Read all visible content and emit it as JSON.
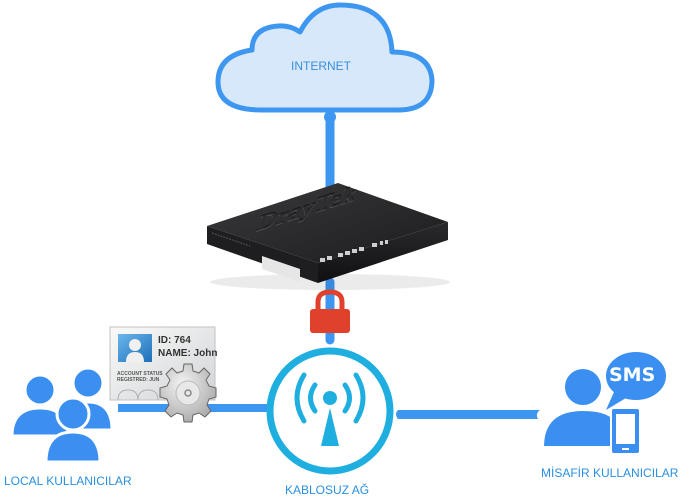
{
  "diagram": {
    "nodes": {
      "internet": {
        "label": "INTERNET",
        "icon": "cloud-icon"
      },
      "router": {
        "brand": "DrayTek",
        "icon": "router-icon"
      },
      "security": {
        "icon": "padlock-icon"
      },
      "wireless": {
        "label": "KABLOSUZ AĞ",
        "icon": "wifi-access-point-icon"
      },
      "local_users": {
        "label": "LOCAL KULLANICILAR",
        "icon": "users-group-icon"
      },
      "guest_users": {
        "label": "MİSAFİR KULLANICILAR",
        "icon": "user-icon",
        "badge": "SMS"
      },
      "id_card": {
        "id_line": "ID: 764",
        "name_line": "NAME: John",
        "status_line": "ACCOUNT STATUS",
        "registered_line": "REGISTRED: JUN"
      }
    },
    "connections": [
      {
        "from": "internet",
        "to": "router"
      },
      {
        "from": "router",
        "to": "wireless",
        "via": "security"
      },
      {
        "from": "local_users",
        "to": "wireless",
        "via": "id_card"
      },
      {
        "from": "wireless",
        "to": "guest_users"
      }
    ],
    "colors": {
      "line": "#3d96f0",
      "cloud_fill": "#d7e8fb",
      "cloud_stroke": "#3d96f0",
      "wifi": "#1eaee0",
      "lock": "#e0412c",
      "users": "#3a8ff0",
      "label": "#2a8fe0"
    }
  }
}
